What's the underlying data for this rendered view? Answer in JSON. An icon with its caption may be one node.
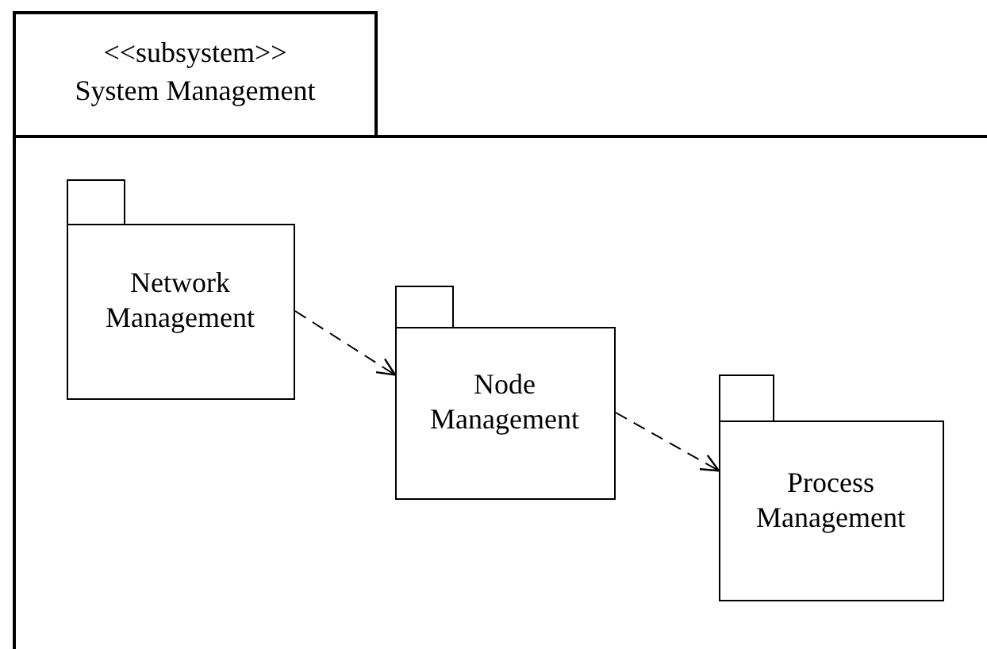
{
  "diagram": {
    "nodes": [
      {
        "text": [
          "<<subsystem>>",
          "System Management"
        ]
      },
      {
        "text": [
          "Network Management"
        ],
        "in": 0
      },
      {
        "text": [
          "Node Management"
        ],
        "in": 0
      },
      {
        "text": [
          "Process Management"
        ],
        "in": 0
      }
    ],
    "edges": [
      {
        "from": 1,
        "to": 2,
        "arrow": "to",
        "style": "dashed"
      },
      {
        "from": 2,
        "to": 3,
        "arrow": "to",
        "style": "dashed"
      }
    ]
  }
}
